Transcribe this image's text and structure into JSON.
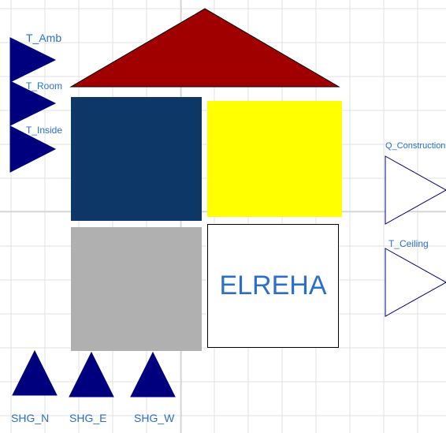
{
  "colors": {
    "grid": "#e2e2e2",
    "grid_major": "#c8c8c8",
    "roof": "#a00000",
    "port_fill": "#00007f",
    "port_outline": "#00007f",
    "label": "#2a6fc9",
    "wall_block": "#0d3766",
    "window_block": "#ffff00",
    "floor_block": "#b0b0b0",
    "logo_text": "#2a6fc9"
  },
  "inputs": {
    "t_amb": "T_Amb",
    "t_room": "T_Room",
    "t_inside": "T_Inside"
  },
  "outputs": {
    "q_construction": "Q_Construction",
    "t_ceiling": "T_Ceiling"
  },
  "solar_inputs": {
    "shg_n": "SHG_N",
    "shg_e": "SHG_E",
    "shg_w": "SHG_W"
  },
  "logo": {
    "text": "ELREHA"
  }
}
